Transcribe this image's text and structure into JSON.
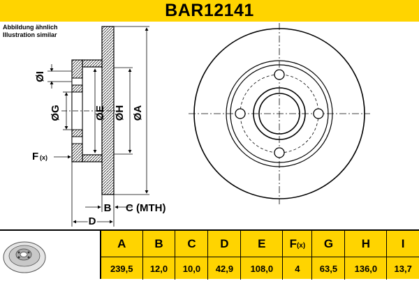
{
  "part_number": "BAR12141",
  "note": {
    "line1": "Abbildung ähnlich",
    "line2": "Illustration similar"
  },
  "labels": {
    "dia_I": "ØI",
    "dia_G": "ØG",
    "dia_E": "ØE",
    "dia_H": "ØH",
    "dia_A": "ØA",
    "fx": "F",
    "fx_sub": "(x)",
    "b": "B",
    "c_mth": "C (MTH)",
    "d": "D"
  },
  "colors": {
    "accent": "#ffd400",
    "line": "#000000"
  },
  "specs": {
    "headers": [
      "A",
      "B",
      "C",
      "D",
      "E",
      "F",
      "G",
      "H",
      "I"
    ],
    "fx_sub": "(x)",
    "values": [
      "239,5",
      "12,0",
      "10,0",
      "42,9",
      "108,0",
      "4",
      "63,5",
      "136,0",
      "13,7"
    ]
  }
}
